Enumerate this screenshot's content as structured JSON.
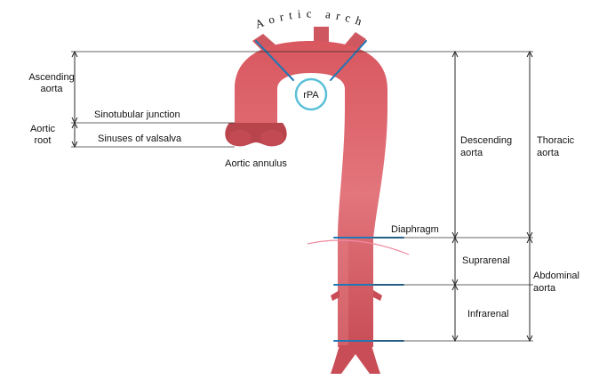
{
  "labels": {
    "aortic_arch": "Aortic arch",
    "ascending_aorta": [
      "Ascending",
      "aorta"
    ],
    "aortic_root": [
      "Aortic",
      "root"
    ],
    "sinotubular_junction": "Sinotubular junction",
    "sinuses_of_valsalva": "Sinuses of valsalva",
    "aortic_annulus": "Aortic annulus",
    "rpa": "rPA",
    "descending_aorta": [
      "Descending",
      "aorta"
    ],
    "thoracic_aorta": [
      "Thoracic",
      "aorta"
    ],
    "diaphragm": "Diaphragm",
    "suprarenal": "Suprarenal",
    "abdominal_aorta": [
      "Abdominal",
      "aorta"
    ],
    "infrarenal": "Infrarenal"
  },
  "colors": {
    "aorta_fill": "#d9575f",
    "aorta_shadow": "#b8444c",
    "aorta_highlight": "#e8868c",
    "rpa_ring": "#5bc0d8",
    "cut_line": "#1f77b4",
    "diaphragm_curve": "#f08aa0"
  }
}
